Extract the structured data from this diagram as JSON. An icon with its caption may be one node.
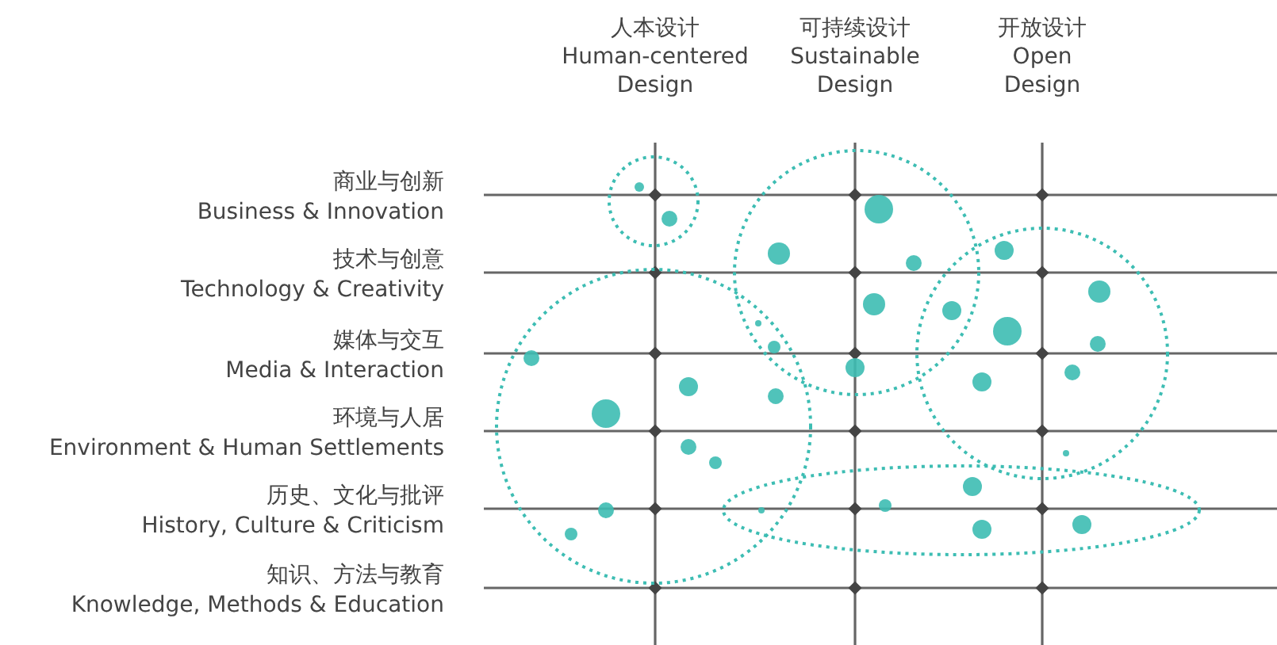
{
  "diagram": {
    "labels": [
      "人本设计",
      "Human-centered Design",
      "可持续设计",
      "Sustainable Design",
      "开放设计",
      "Open Design",
      "商业与创新",
      "Business & Innovation",
      "技术与创意",
      "Technology & Creativity",
      "媒体与交互",
      "Media & Interaction",
      "环境与人居",
      "Environment & Human Settlements",
      "历史、文化与批评",
      "History, Culture & Criticism",
      "知识、方法与教育",
      "Knowledge, Methods & Education"
    ]
  }
}
